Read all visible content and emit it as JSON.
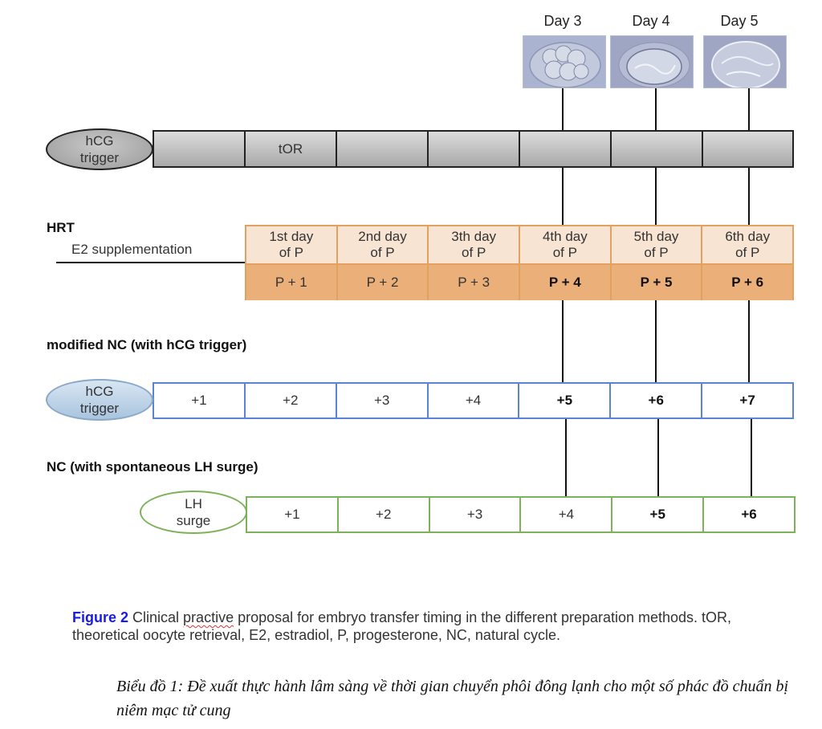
{
  "embryo_days": [
    {
      "label": "Day 3",
      "image": "embryo-day3-cleavage-stage"
    },
    {
      "label": "Day 4",
      "image": "embryo-day4-morula"
    },
    {
      "label": "Day 5",
      "image": "embryo-day5-blastocyst"
    }
  ],
  "stimulated_cycle": {
    "start_label": "hCG\ntrigger",
    "start_line1": "hCG",
    "start_line2": "trigger",
    "cells": [
      "",
      "tOR",
      "",
      "",
      "",
      "",
      "",
      ""
    ]
  },
  "hrt": {
    "title": "HRT",
    "e2_label": "E2 supplementation",
    "day_labels": [
      {
        "line1": "1st day",
        "line2": "of P"
      },
      {
        "line1": "2nd day",
        "line2": "of P"
      },
      {
        "line1": "3th day",
        "line2": "of P"
      },
      {
        "line1": "4th day",
        "line2": "of P"
      },
      {
        "line1": "5th day",
        "line2": "of P"
      },
      {
        "line1": "6th day",
        "line2": "of P"
      }
    ],
    "p_values": [
      {
        "text": "P + 1",
        "bold": false
      },
      {
        "text": "P + 2",
        "bold": false
      },
      {
        "text": "P + 3",
        "bold": false
      },
      {
        "text": "P + 4",
        "bold": true
      },
      {
        "text": "P + 5",
        "bold": true
      },
      {
        "text": "P + 6",
        "bold": true
      }
    ]
  },
  "modified_nc": {
    "title": "modified NC (with hCG trigger)",
    "start_line1": "hCG",
    "start_line2": "trigger",
    "cells": [
      {
        "text": "+1",
        "bold": false
      },
      {
        "text": "+2",
        "bold": false
      },
      {
        "text": "+3",
        "bold": false
      },
      {
        "text": "+4",
        "bold": false
      },
      {
        "text": "+5",
        "bold": true
      },
      {
        "text": "+6",
        "bold": true
      },
      {
        "text": "+7",
        "bold": true
      }
    ]
  },
  "nc": {
    "title": "NC (with spontaneous LH surge)",
    "start_line1": "LH",
    "start_line2": "surge",
    "cells": [
      {
        "text": "+1",
        "bold": false
      },
      {
        "text": "+2",
        "bold": false
      },
      {
        "text": "+3",
        "bold": false
      },
      {
        "text": "+4",
        "bold": false
      },
      {
        "text": "+5",
        "bold": true
      },
      {
        "text": "+6",
        "bold": true
      }
    ]
  },
  "caption": {
    "figure_label": "Figure 2",
    "text_before": " Clinical ",
    "misspelled_word": "practive",
    "text_after": " proposal for embryo transfer timing in the different preparation methods. tOR, theoretical oocyte retrieval, E2, estradiol, P, progesterone, NC, natural cycle."
  },
  "vietnamese_caption": "Biểu đồ 1: Đề xuất thực hành lâm sàng về thời gian chuyển phôi đông lạnh cho một số phác đồ chuẩn bị niêm mạc tử cung",
  "colors": {
    "hrt_border": "#e3a160",
    "hrt_top_fill": "#f8e4d2",
    "hrt_bottom_fill": "#ebb07a",
    "modified_nc_border": "#5b84d6",
    "nc_border": "#7db25a",
    "figure_label": "#1a1ae6"
  }
}
